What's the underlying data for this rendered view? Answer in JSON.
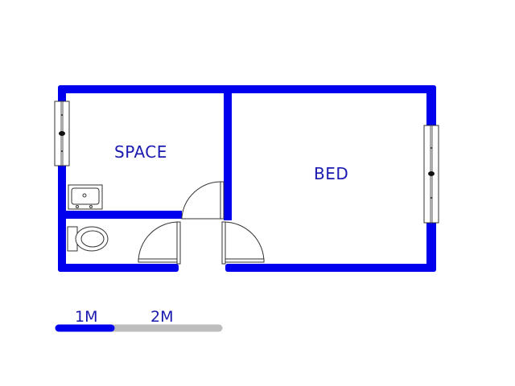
{
  "rooms": [
    {
      "label": "SPACE"
    },
    {
      "label": "BED"
    }
  ],
  "scale_bar": {
    "first_label": "1M",
    "second_label": "2M"
  },
  "colors": {
    "wall": "#0000ee",
    "label": "#1a1ab0",
    "scale_grey": "#bdbdbd",
    "fixture_line": "#333333"
  },
  "icons": [
    "window-icon",
    "sink-icon",
    "toilet-icon",
    "door-swing-icon"
  ]
}
